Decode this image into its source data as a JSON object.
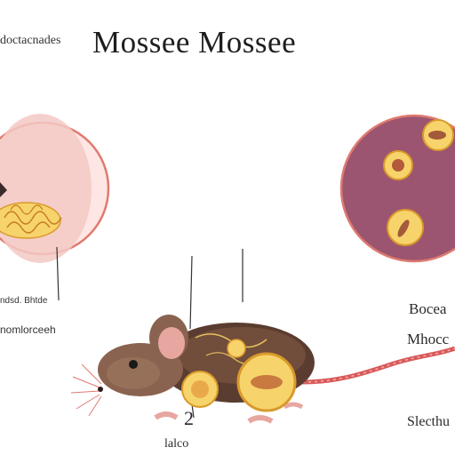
{
  "title": "Mossee Mossee",
  "small_title": "doctacnades",
  "labels": {
    "left_1": "ndsd. Bhtde",
    "left_2": "nomlorceeh",
    "right_1": "Bocea",
    "right_2": "Mhocc",
    "right_3": "Slecthu",
    "bottom_1": "2",
    "bottom_2": "lalco"
  },
  "colors": {
    "cell_pink": "#f3c9c4",
    "cell_border": "#e07a70",
    "cell_purple": "#9c5570",
    "organelle_yellow": "#f2c24a",
    "mouse_brown": "#6a4a3a",
    "tail_red": "#d85a5a"
  }
}
